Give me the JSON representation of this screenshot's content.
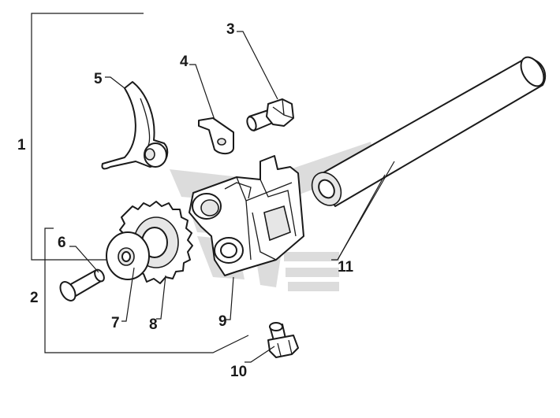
{
  "callouts": {
    "c1": "1",
    "c2": "2",
    "c3": "3",
    "c4": "4",
    "c5": "5",
    "c6": "6",
    "c7": "7",
    "c8": "8",
    "c9": "9",
    "c10": "10",
    "c11": "11"
  },
  "colors": {
    "line": "#1a1a1a",
    "watermark": "#bfbfbf",
    "background": "#ffffff"
  }
}
